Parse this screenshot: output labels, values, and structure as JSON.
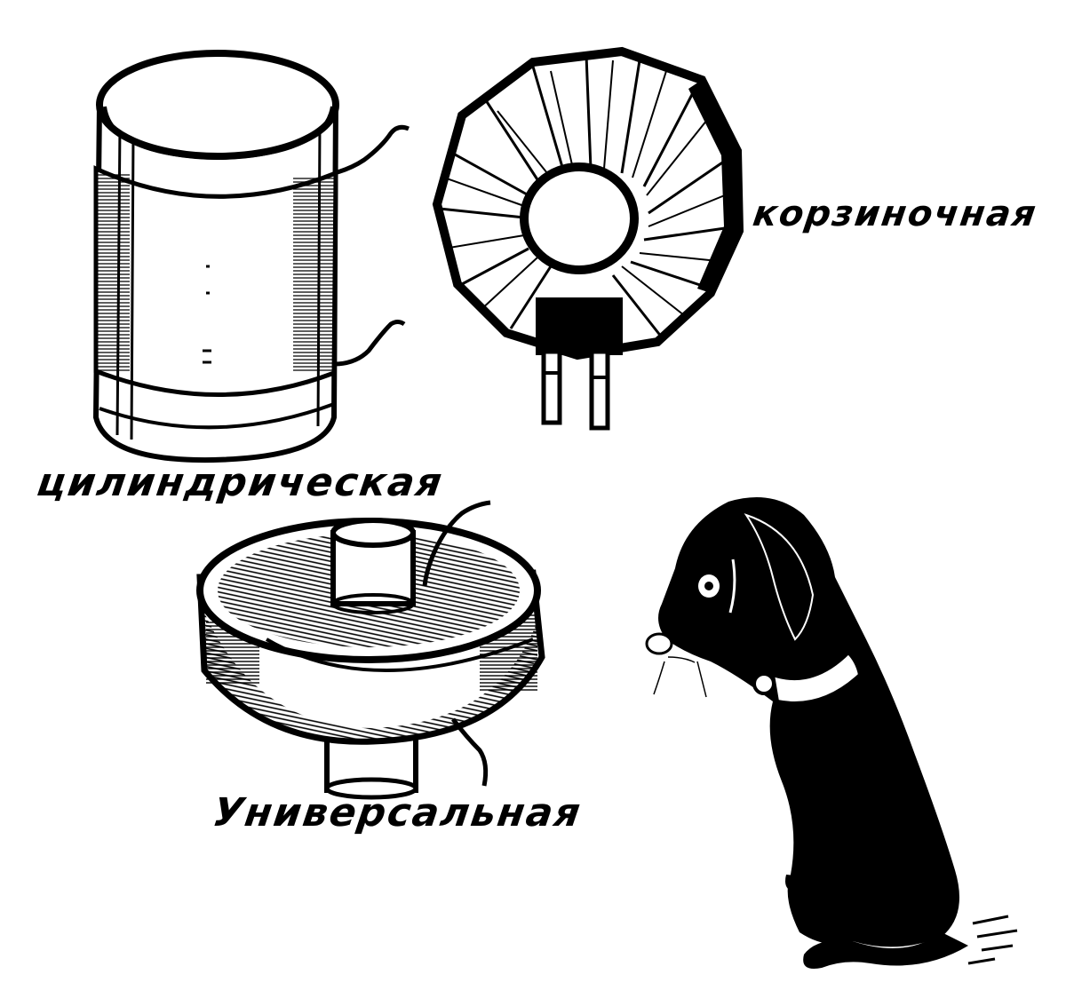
{
  "labels": {
    "cylindrical": "цилиндрическая",
    "basket": "корзиночная",
    "universal": "Универсальная"
  },
  "colors": {
    "ink": "#000000",
    "paper": "#ffffff"
  }
}
